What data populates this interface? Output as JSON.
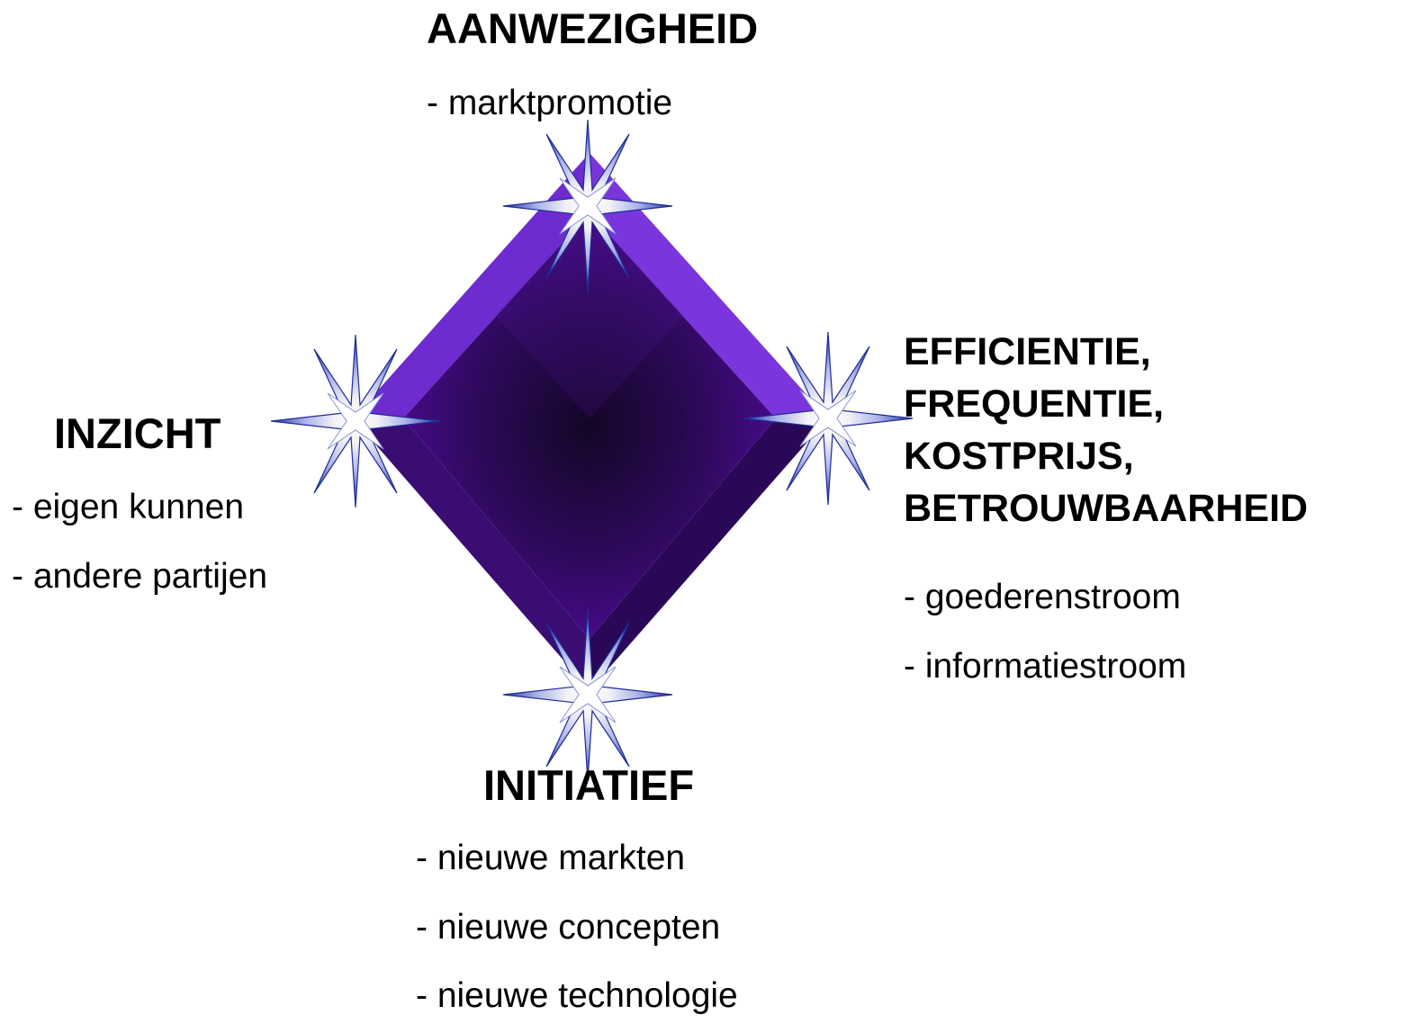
{
  "top": {
    "heading": "AANWEZIGHEID",
    "items": [
      "- marktpromotie"
    ]
  },
  "left": {
    "heading": "INZICHT",
    "items": [
      "- eigen kunnen",
      "- andere partijen"
    ]
  },
  "right": {
    "heading_lines": [
      "EFFICIENTIE,",
      "FREQUENTIE,",
      "KOSTPRIJS,",
      "BETROUWBAARHEID"
    ],
    "items": [
      "- goederenstroom",
      "- informatiestroom"
    ]
  },
  "bottom": {
    "heading": "INITIATIEF",
    "items": [
      "- nieuwe markten",
      "- nieuwe concepten",
      "- nieuwe technologie"
    ]
  },
  "colors": {
    "diamond_bevel": "#7b35dd",
    "diamond_center": "#140626",
    "diamond_edge": "#4d0a93",
    "sparkle_blue": "#2b3aa6",
    "text": "#000000"
  },
  "icons": [
    "diamond-gem-icon",
    "sparkle-star-icon"
  ]
}
